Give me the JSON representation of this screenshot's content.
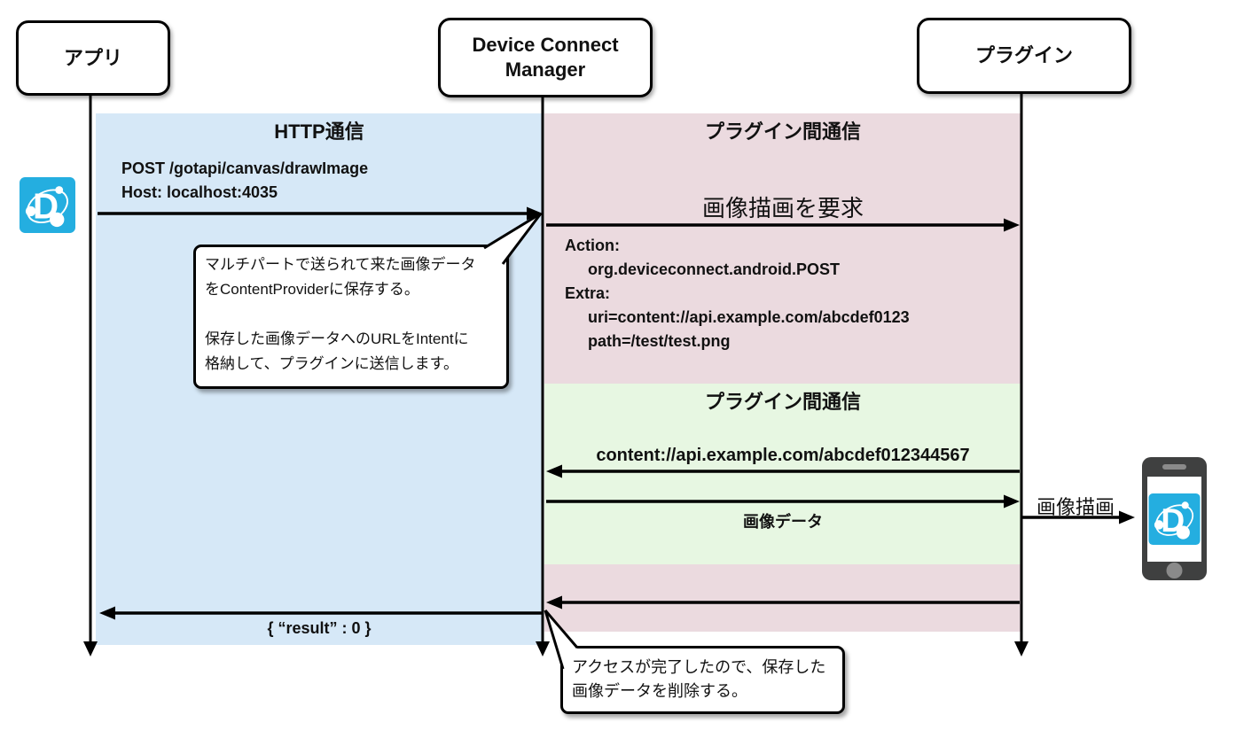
{
  "actors": {
    "app": "アプリ",
    "dcm_line1": "Device Connect",
    "dcm_line2": "Manager",
    "plugin": "プラグイン"
  },
  "regions": {
    "http": {
      "label": "HTTP通信"
    },
    "plugin_comm_upper": {
      "label": "プラグイン間通信"
    },
    "plugin_comm_lower": {
      "label": "プラグイン間通信"
    }
  },
  "messages": {
    "post_line1": "POST /gotapi/canvas/drawImage",
    "post_line2": "Host: localhost:4035",
    "draw_request": "画像描画を要求",
    "action_label": "Action:",
    "action_value": "org.deviceconnect.android.POST",
    "extra_label": "Extra:",
    "extra_uri": "uri=content://api.example.com/abcdef0123",
    "extra_path": "path=/test/test.png",
    "content_uri": "content://api.example.com/abcdef012344567",
    "image_data": "画像データ",
    "draw_image": "画像描画",
    "result": "{ “result” : 0 }"
  },
  "notes": {
    "save_note": {
      "line1": "マルチパートで送られて来た画像データ",
      "line2": "をContentProviderに保存する。",
      "line3": "",
      "line4": "保存した画像データへのURLをIntentに",
      "line5": "格納して、プラグインに送信します。"
    },
    "delete_note": {
      "line1": "アクセスが完了したので、保存した",
      "line2": "画像データを削除する。"
    }
  },
  "icons": {
    "logo_letter": "D"
  },
  "colors": {
    "http_region": "#d6e8f7",
    "plugin_region_pink": "#ebdadf",
    "plugin_region_green": "#e7f7e2",
    "logo_blue": "#24aee0",
    "phone_body": "#3f4040",
    "phone_detail": "#8a8a8a"
  }
}
